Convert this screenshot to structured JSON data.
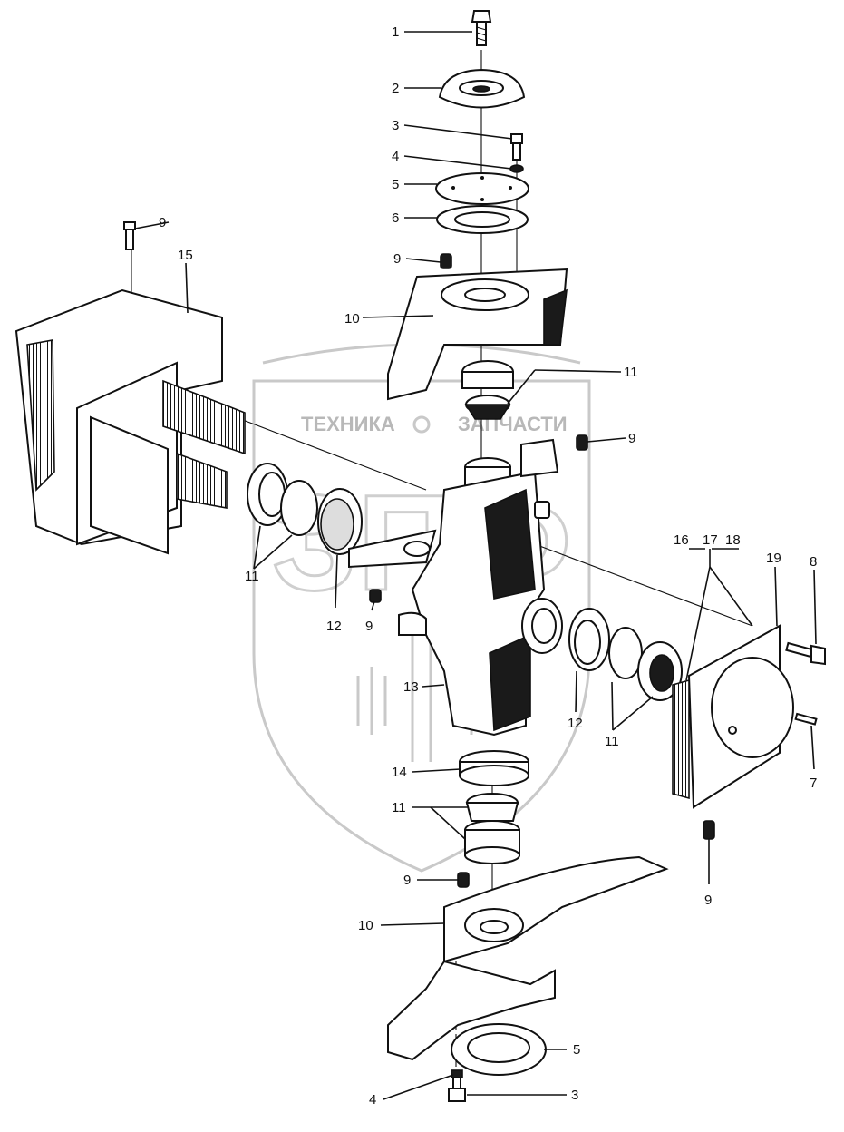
{
  "diagram": {
    "callouts": [
      {
        "id": "c1",
        "text": "1"
      },
      {
        "id": "c2",
        "text": "2"
      },
      {
        "id": "c3a",
        "text": "3"
      },
      {
        "id": "c4a",
        "text": "4"
      },
      {
        "id": "c5a",
        "text": "5"
      },
      {
        "id": "c6",
        "text": "6"
      },
      {
        "id": "c9a",
        "text": "9"
      },
      {
        "id": "c9b",
        "text": "9"
      },
      {
        "id": "c15",
        "text": "15"
      },
      {
        "id": "c10a",
        "text": "10"
      },
      {
        "id": "c11a",
        "text": "11"
      },
      {
        "id": "c9c",
        "text": "9"
      },
      {
        "id": "c11b",
        "text": "11"
      },
      {
        "id": "c12a",
        "text": "12"
      },
      {
        "id": "c9d",
        "text": "9"
      },
      {
        "id": "c16",
        "text": "16"
      },
      {
        "id": "c17",
        "text": "17"
      },
      {
        "id": "c18",
        "text": "18"
      },
      {
        "id": "c19",
        "text": "19"
      },
      {
        "id": "c8",
        "text": "8"
      },
      {
        "id": "c13",
        "text": "13"
      },
      {
        "id": "c12b",
        "text": "12"
      },
      {
        "id": "c11c",
        "text": "11"
      },
      {
        "id": "c7",
        "text": "7"
      },
      {
        "id": "c14",
        "text": "14"
      },
      {
        "id": "c11d",
        "text": "11"
      },
      {
        "id": "c9e",
        "text": "9"
      },
      {
        "id": "c9f",
        "text": "9"
      },
      {
        "id": "c10b",
        "text": "10"
      },
      {
        "id": "c5b",
        "text": "5"
      },
      {
        "id": "c4b",
        "text": "4"
      },
      {
        "id": "c3b",
        "text": "3"
      }
    ],
    "watermark": {
      "brand_left": "ТЕХНИКА",
      "brand_right": "ЗАПЧАСТИ",
      "monogram": "ЗПФ"
    }
  }
}
